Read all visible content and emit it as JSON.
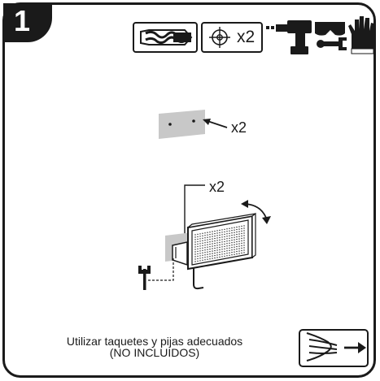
{
  "step": {
    "number": "1"
  },
  "tools": {
    "items": [
      {
        "icon": "drill-bit-icon"
      },
      {
        "icon": "wall-anchor-icon",
        "count": "x2"
      },
      {
        "icon": "power-drill-icon"
      },
      {
        "icon": "safety-glasses-icon"
      },
      {
        "icon": "wrench-icon"
      },
      {
        "icon": "work-glove-icon"
      }
    ]
  },
  "mounting": {
    "wall_holes_count": "x2",
    "screws_count": "x2"
  },
  "note": {
    "line1": "Utilizar taquetes y pijas adecuados",
    "line2": "(NO INCLUIDOS)"
  },
  "colors": {
    "outline": "#1a1a1a",
    "wall_plate": "#c8c8c8"
  }
}
